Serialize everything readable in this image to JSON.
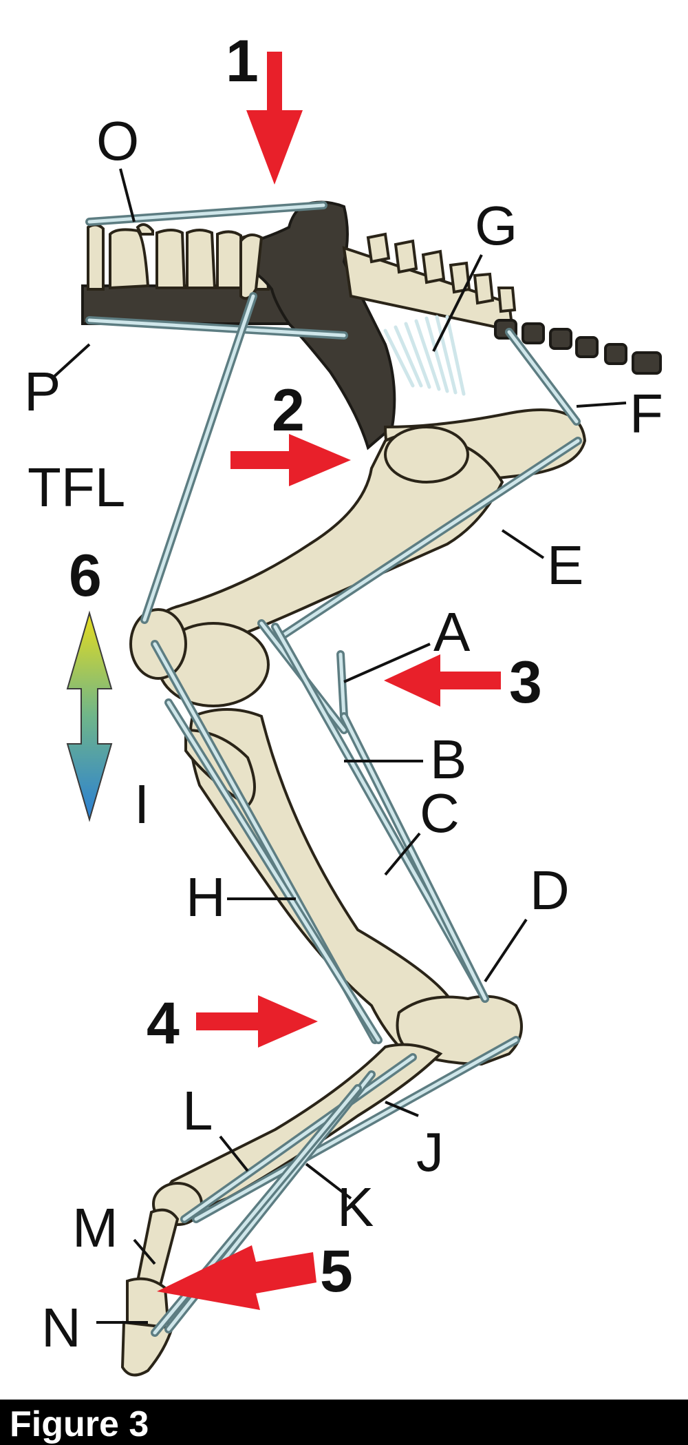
{
  "labels": {
    "O": "O",
    "P": "P",
    "TFL": "TFL",
    "G": "G",
    "F": "F",
    "E": "E",
    "A": "A",
    "B": "B",
    "C": "C",
    "D": "D",
    "H": "H",
    "I": "I",
    "J": "J",
    "K": "K",
    "L": "L",
    "M": "M",
    "N": "N"
  },
  "arrows": {
    "n1": "1",
    "n2": "2",
    "n3": "3",
    "n4": "4",
    "n5": "5",
    "n6": "6"
  },
  "caption": "Figure 3",
  "colors": {
    "arrow": "#e8202a",
    "bone": "#e8e2c8",
    "ligament": "#cfe6ea",
    "caption_bar": "#000000",
    "gradient_top": "#e6dc1e",
    "gradient_bottom": "#2a7fd4"
  }
}
